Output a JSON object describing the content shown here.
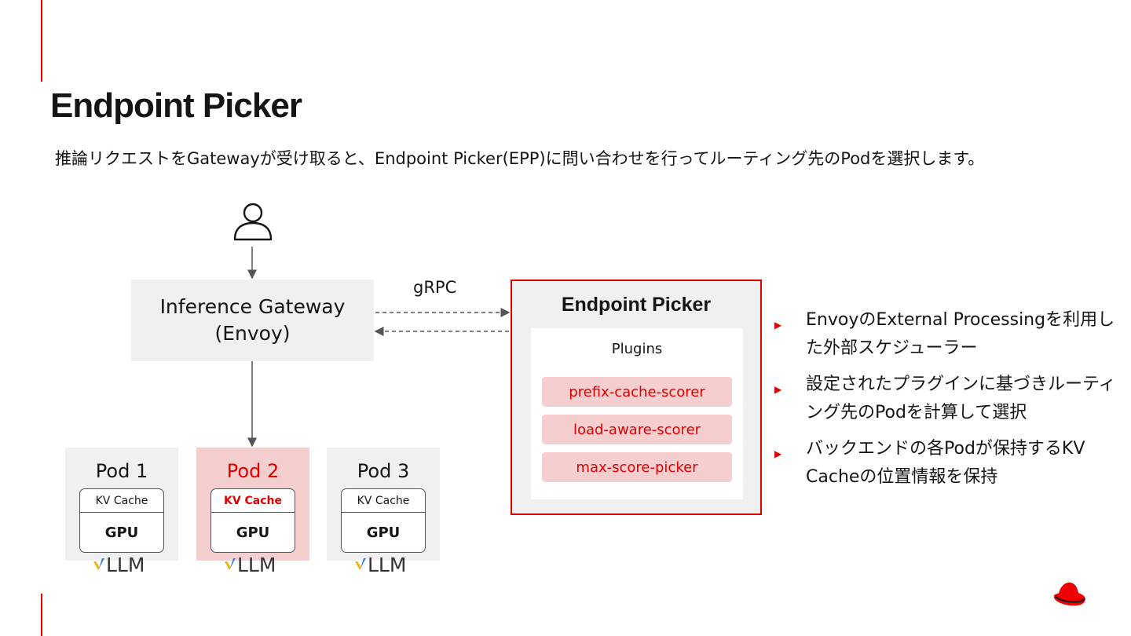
{
  "slide": {
    "title": "Endpoint Picker",
    "subtitle": "推論リクエストをGatewayが受け取ると、Endpoint Picker(EPP)に問い合わせを行ってルーティング先のPodを選択します。"
  },
  "diagram": {
    "gateway": {
      "line1": "Inference Gateway",
      "line2": "(Envoy)"
    },
    "connection_label": "gRPC",
    "epp": {
      "title": "Endpoint Picker",
      "plugins_label": "Plugins",
      "plugins": [
        "prefix-cache-scorer",
        "load-aware-scorer",
        "max-score-picker"
      ]
    },
    "pods": [
      {
        "name": "Pod 1",
        "cache": "KV Cache",
        "gpu": "GPU",
        "runtime": "LLM",
        "selected": false
      },
      {
        "name": "Pod 2",
        "cache": "KV Cache",
        "gpu": "GPU",
        "runtime": "LLM",
        "selected": true
      },
      {
        "name": "Pod 3",
        "cache": "KV Cache",
        "gpu": "GPU",
        "runtime": "LLM",
        "selected": false
      }
    ]
  },
  "bullets": [
    "EnvoyのExternal Processingを利用した外部スケジューラー",
    "設定されたプラグインに基づきルーティング先のPodを計算して選択",
    "バックエンドの各Podが保持するKV Cacheの位置情報を保持"
  ],
  "colors": {
    "accent": "#ee0000",
    "box_gray": "#f0f0f0",
    "highlight_pink": "#f5cfcf"
  },
  "icons": [
    "user-icon",
    "vllm-logo-icon",
    "redhat-logo-icon"
  ]
}
